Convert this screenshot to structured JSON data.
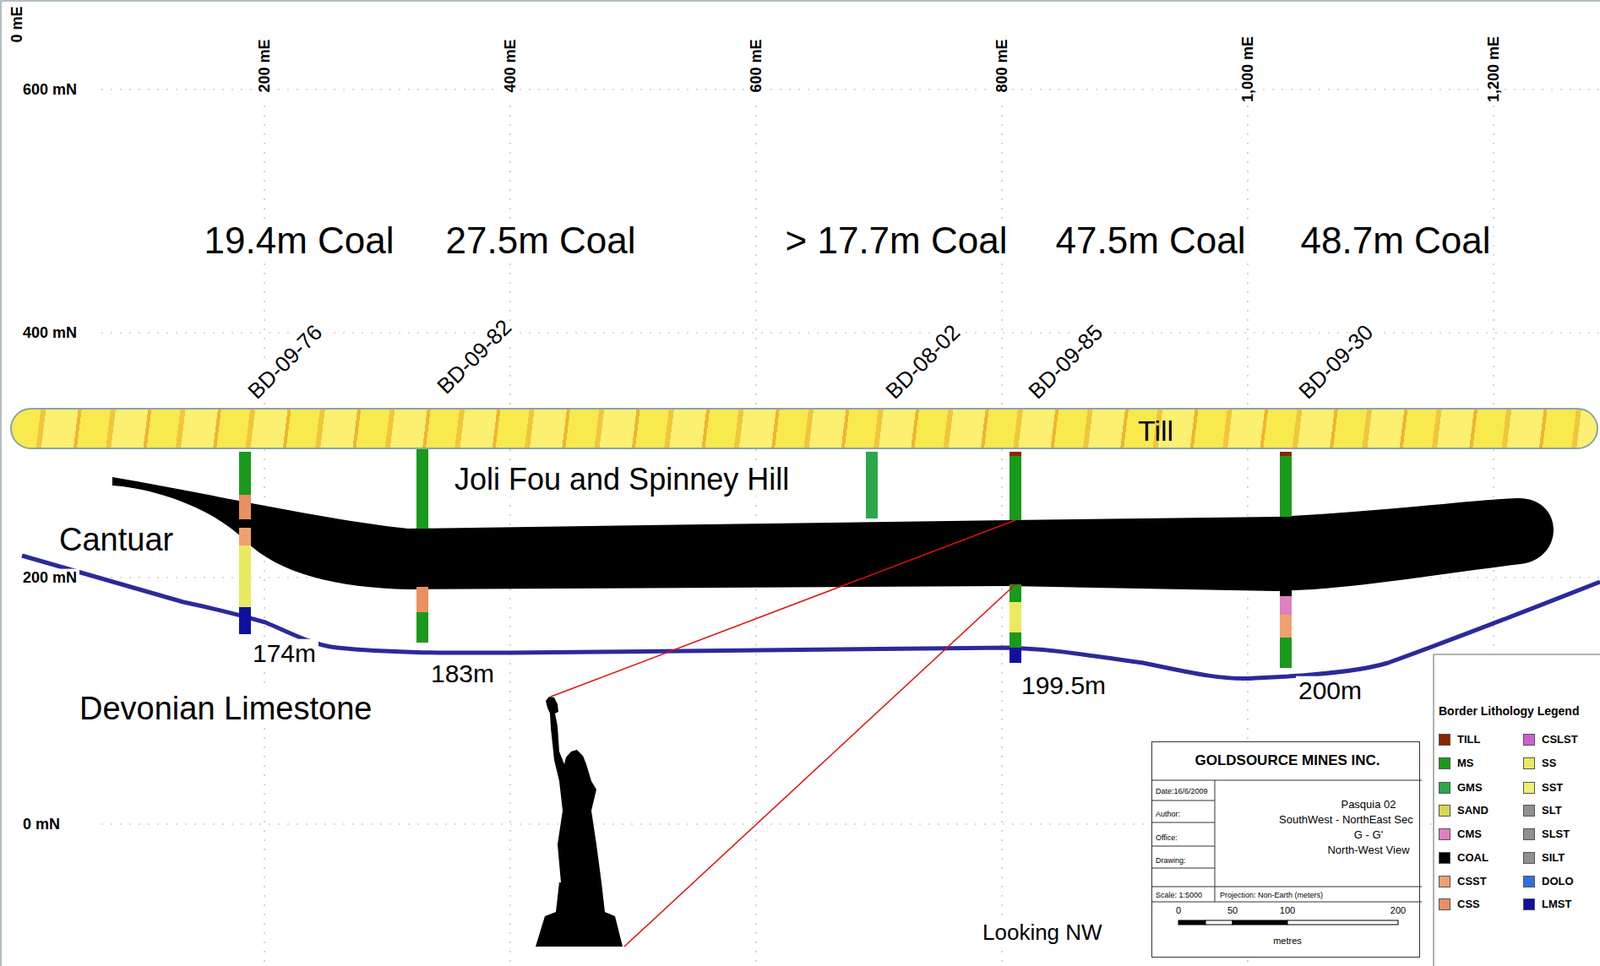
{
  "diagram": {
    "nodes": [
      {
        "text": [
          "Till"
        ]
      },
      {
        "text": [
          "GOLDSOURCE MINES INC.",
          "Pasquia 02",
          "SouthWest - NorthEast Sec",
          "G - G'",
          "North-West View",
          "Date:16/6/2009",
          "Author:",
          "Office:",
          "Drawing:",
          "Scale: 1:5000",
          "Projection: Non-Earth (meters)"
        ]
      }
    ],
    "labels": [
      "0 mE",
      "200 mE",
      "400 mE",
      "600 mE",
      "800 mE",
      "1,000 mE",
      "1,200 mE",
      "600 mN",
      "400 mN",
      "200 mN",
      "0 mN",
      "19.4m Coal",
      "27.5m Coal",
      "> 17.7m Coal",
      "47.5m Coal",
      "48.7m Coal",
      "BD-09-76",
      "BD-09-82",
      "BD-08-02",
      "BD-09-85",
      "BD-09-30",
      "Joli Fou and Spinney Hill",
      "Cantuar",
      "Devonian Limestone",
      "174m",
      "183m",
      "199.5m",
      "200m",
      "Looking NW",
      "0",
      "50",
      "100",
      "200",
      "metres",
      "Border Lithology Legend"
    ],
    "legend": [
      {
        "text": "TILL",
        "color": "#8b2500"
      },
      {
        "text": "MS",
        "color": "#1a9a1a"
      },
      {
        "text": "GMS",
        "color": "#2aa84a"
      },
      {
        "text": "SAND",
        "color": "#d8d850"
      },
      {
        "text": "CMS",
        "color": "#e080c0"
      },
      {
        "text": "COAL",
        "color": "#000000"
      },
      {
        "text": "CSST",
        "color": "#f0a070"
      },
      {
        "text": "CSS",
        "color": "#e89060"
      },
      {
        "text": "CSLST",
        "color": "#d060d0"
      },
      {
        "text": "SS",
        "color": "#eaea60"
      },
      {
        "text": "SST",
        "color": "#f0f070"
      },
      {
        "text": "SLT",
        "color": "#909090"
      },
      {
        "text": "SLST",
        "color": "#909090"
      },
      {
        "text": "SILT",
        "color": "#909090"
      },
      {
        "text": "DOLO",
        "color": "#3070e0"
      },
      {
        "text": "LMST",
        "color": "#1010a0"
      }
    ]
  }
}
